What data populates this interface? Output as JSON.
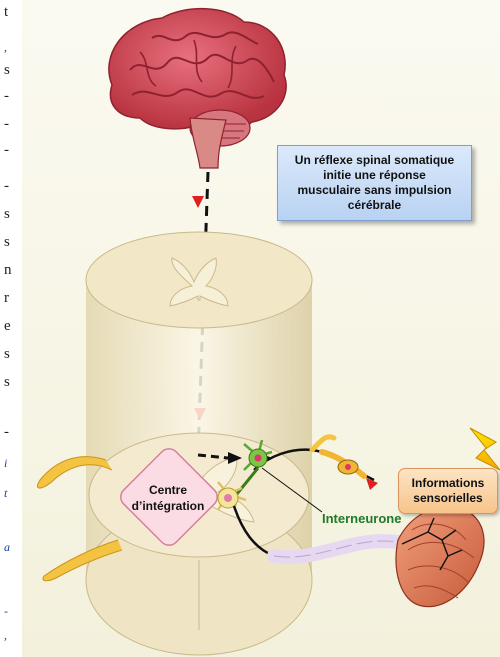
{
  "margin_fragments": [
    "t",
    ",",
    "s",
    "-",
    "-",
    "-",
    "-",
    "s",
    "s",
    "n",
    "r",
    "e",
    "s",
    "s",
    "-",
    "i",
    "t",
    "a",
    "-",
    ","
  ],
  "callout": {
    "line1": "Un réflexe spinal somatique",
    "line2": "initie une réponse",
    "line3": "musculaire sans impulsion",
    "line4": "cérébrale"
  },
  "labels": {
    "centre_line1": "Centre",
    "centre_line2": "d’intégration",
    "interneurone": "Interneurone",
    "sens_line1": "Informations",
    "sens_line2": "sensorielles"
  },
  "colors": {
    "brain": "#c9404f",
    "arrow_red": "#e02020",
    "interneuron_green": "#1f7a2a",
    "callout_blue": "#c8dcf6",
    "sensory_orange": "#f9cfa0",
    "cord_cream": "#f1e9cc"
  },
  "icons": [
    "brain-icon",
    "lightning-icon",
    "muscle-icon"
  ]
}
